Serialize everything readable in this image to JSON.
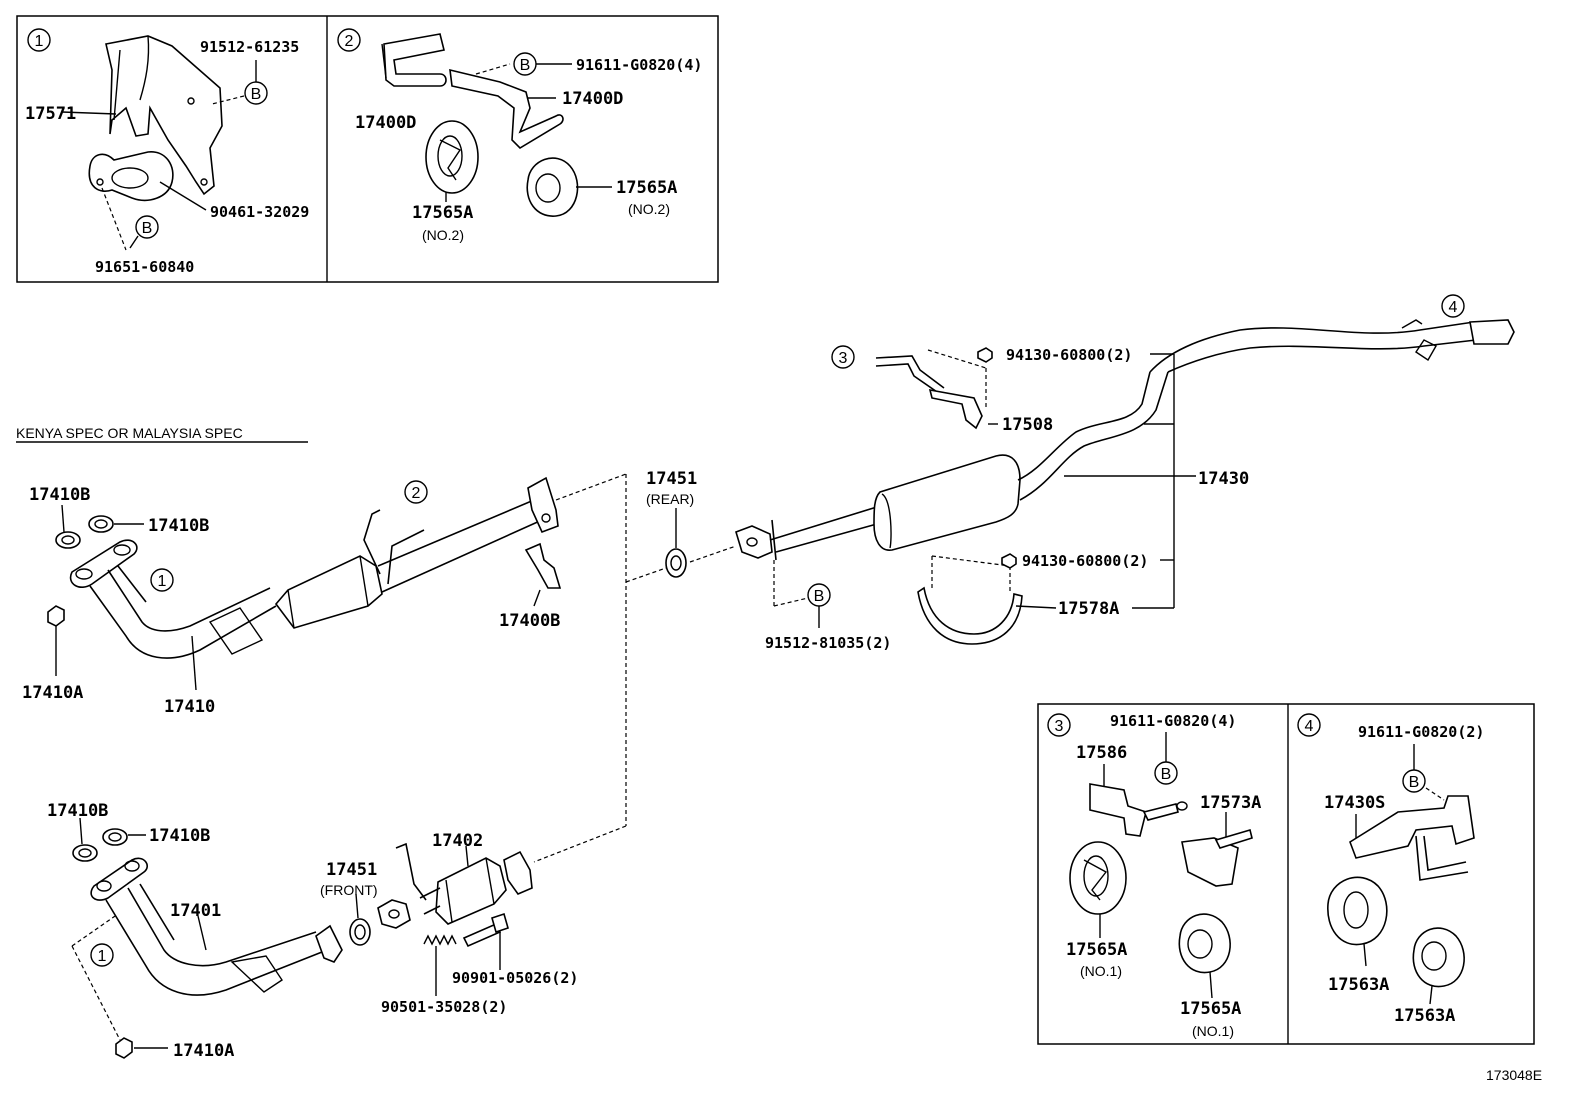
{
  "spec_label": "KENYA SPEC OR MALAYSIA SPEC",
  "figure_code": "173048E",
  "callouts": {
    "c1": "1",
    "c2": "2",
    "c3": "3",
    "c4": "4",
    "b": "B"
  },
  "inset1": {
    "p_17571": "17571",
    "p_91512_61235": "91512-61235",
    "p_90461_32029": "90461-32029",
    "p_91651_60840": "91651-60840"
  },
  "inset2": {
    "p_91611_g0820_4": "91611-G0820(4)",
    "p_17400d_a": "17400D",
    "p_17400d_b": "17400D",
    "p_17565a_a": "17565A",
    "p_17565a_a_note": "(NO.2)",
    "p_17565a_b": "17565A",
    "p_17565a_b_note": "(NO.2)"
  },
  "inset3": {
    "p_91611_g0820_4": "91611-G0820(4)",
    "p_17586": "17586",
    "p_17573a": "17573A",
    "p_17565a_a": "17565A",
    "p_17565a_a_note": "(NO.1)",
    "p_17565a_b": "17565A",
    "p_17565a_b_note": "(NO.1)"
  },
  "inset4": {
    "p_91611_g0820_2": "91611-G0820(2)",
    "p_17430s": "17430S",
    "p_17563a_a": "17563A",
    "p_17563a_b": "17563A"
  },
  "upper_front": {
    "p_17410b_a": "17410B",
    "p_17410b_b": "17410B",
    "p_17410a": "17410A",
    "p_17410": "17410",
    "p_17400b": "17400B"
  },
  "lower_front": {
    "p_17410b_a": "17410B",
    "p_17410b_b": "17410B",
    "p_17401": "17401",
    "p_17410a": "17410A",
    "p_17402": "17402",
    "p_17451_front": "17451",
    "p_17451_front_note": "(FRONT)",
    "p_90901_05026": "90901-05026(2)",
    "p_90501_35028": "90501-35028(2)"
  },
  "rear": {
    "p_17451_rear": "17451",
    "p_17451_rear_note": "(REAR)",
    "p_91512_81035": "91512-81035(2)",
    "p_94130_a": "94130-60800(2)",
    "p_17508": "17508",
    "p_17430": "17430",
    "p_94130_b": "94130-60800(2)",
    "p_17578a": "17578A"
  }
}
